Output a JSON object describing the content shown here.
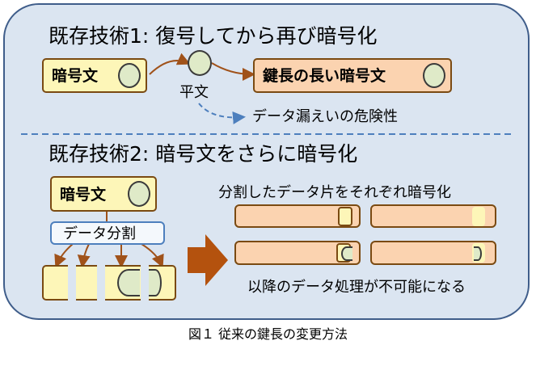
{
  "section1": {
    "heading": "既存技術1: 復号してから再び暗号化",
    "cipher_label": "暗号文",
    "plain_label": "平文",
    "long_key_label": "鍵長の長い暗号文",
    "leak_note": "データ漏えいの危険性"
  },
  "section2": {
    "heading": "既存技術2: 暗号文をさらに暗号化",
    "cipher_label": "暗号文",
    "split_label": "データ分割",
    "split_note": "分割したデータ片をそれぞれ暗号化",
    "bottom_note": "以降のデータ処理が不可能になる"
  },
  "caption": "図１ 従来の鍵長の変更方法"
}
